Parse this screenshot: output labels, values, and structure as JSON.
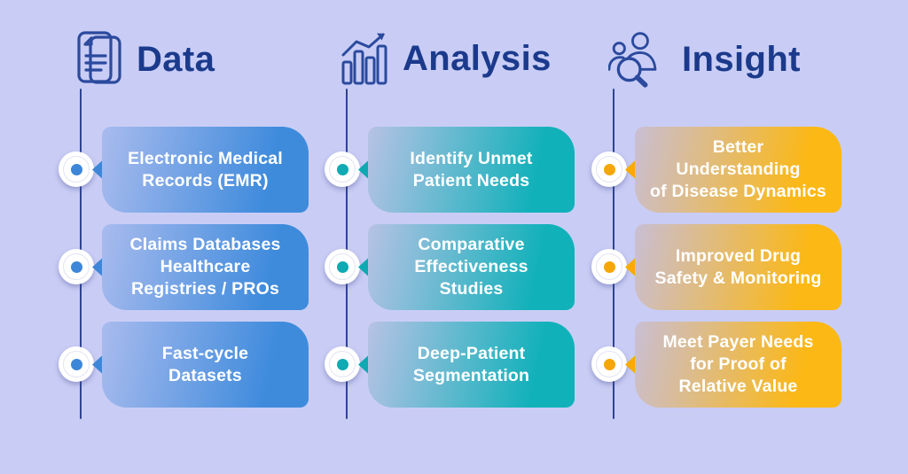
{
  "page": {
    "background_color": "#c9cdf5",
    "heading_color": "#1b3a8c",
    "timeline_color": "#2e4494",
    "card_text_color": "#ffffff"
  },
  "columns": [
    {
      "id": "data",
      "title": "Data",
      "icon": "documents-icon",
      "accent_color": "#3e86d8",
      "gradient": [
        "#a9bbee",
        "#3e8bdc"
      ],
      "boxes": [
        {
          "text": "Electronic Medical\nRecords (EMR)"
        },
        {
          "text": "Claims Databases\nHealthcare\nRegistries / PROs"
        },
        {
          "text": "Fast-cycle\nDatasets"
        }
      ]
    },
    {
      "id": "analysis",
      "title": "Analysis",
      "icon": "bar-chart-growth-icon",
      "accent_color": "#0faab3",
      "gradient": [
        "#b7c2e5",
        "#11b1ba"
      ],
      "boxes": [
        {
          "text": "Identify Unmet\nPatient Needs"
        },
        {
          "text": "Comparative\nEffectiveness\nStudies"
        },
        {
          "text": "Deep-Patient\nSegmentation"
        }
      ]
    },
    {
      "id": "insight",
      "title": "Insight",
      "icon": "people-magnifier-icon",
      "accent_color": "#f6a60a",
      "gradient": [
        "#c9bed4",
        "#fcb814"
      ],
      "boxes": [
        {
          "text": "Better\nUnderstanding\nof Disease Dynamics"
        },
        {
          "text": "Improved Drug\nSafety & Monitoring"
        },
        {
          "text": "Meet Payer Needs\nfor Proof of\nRelative Value"
        }
      ]
    }
  ]
}
